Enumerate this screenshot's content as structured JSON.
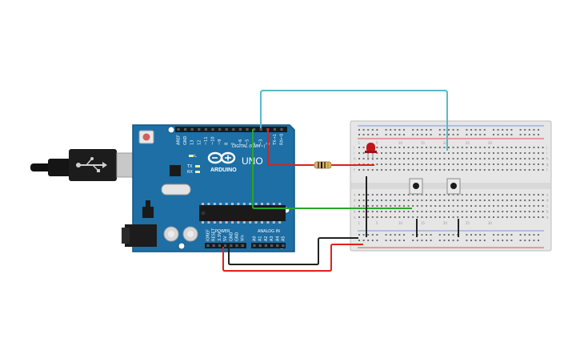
{
  "board": {
    "brand": "ARDUINO",
    "model": "UNO",
    "digital_header_label": "DIGITAL (PWM~)",
    "power_header_label": "POWER",
    "analog_header_label": "ANALOG IN",
    "led_tx": "TX",
    "led_rx": "RX",
    "led_l": "L",
    "digital_pins": [
      "AREF",
      "GND",
      "13",
      "12",
      "~11",
      "~10",
      "~9",
      "8",
      "7",
      "~6",
      "~5",
      "4",
      "~3",
      "2",
      "TX→1",
      "RX←0"
    ],
    "power_pins": [
      "IOREF",
      "RESET",
      "3.3V",
      "5V",
      "GND",
      "GND",
      "Vin"
    ],
    "analog_pins": [
      "A0",
      "A1",
      "A2",
      "A3",
      "A4",
      "A5"
    ]
  },
  "breadboard": {
    "row_letters_top": [
      "j",
      "i",
      "h",
      "g",
      "f"
    ],
    "row_letters_bottom": [
      "e",
      "d",
      "c",
      "b",
      "a"
    ],
    "col_numbers": [
      "1",
      "5",
      "10",
      "15",
      "20",
      "25",
      "30"
    ]
  },
  "wires": {
    "cyan": "#5bb8c8",
    "red": "#e0201b",
    "green": "#2aa52a",
    "black": "#222222"
  },
  "colors": {
    "board_blue": "#1d6fa5",
    "board_blue_dark": "#155680",
    "breadboard_bg": "#e6e6e6",
    "rail_red": "#d82020",
    "rail_blue": "#5a7fd0",
    "led_red": "#c0161b"
  }
}
